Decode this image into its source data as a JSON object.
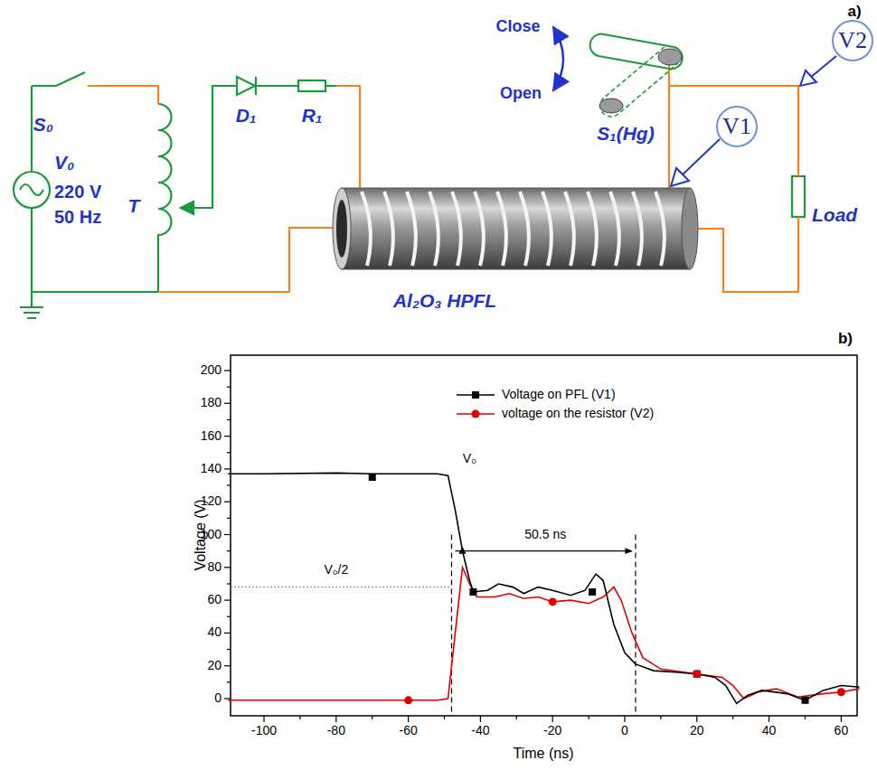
{
  "diagram": {
    "nodes": [
      {
        "text": [
          "V2"
        ]
      },
      {
        "text": [
          "V1"
        ]
      }
    ],
    "labels": [
      "a)",
      "Close",
      "Open",
      "S₁(Hg)",
      "S₀",
      "V₀",
      "220 V",
      "50 Hz",
      "T",
      "D₁",
      "R₁",
      "Load",
      "Al₂O₃ HPFL",
      "b)",
      "Voltage (V)",
      "Time (ns)",
      "200",
      "180",
      "160",
      "140",
      "120",
      "100",
      "80",
      "60",
      "40",
      "20",
      "0",
      "-100",
      "-80",
      "-60",
      "-40",
      "-20",
      "0",
      "20",
      "40",
      "60",
      "V₀",
      "V₀/2",
      "50.5 ns"
    ],
    "legend": [
      {
        "text": "Voltage on PFL (V1)"
      },
      {
        "text": "voltage on the resistor (V2)"
      }
    ]
  }
}
